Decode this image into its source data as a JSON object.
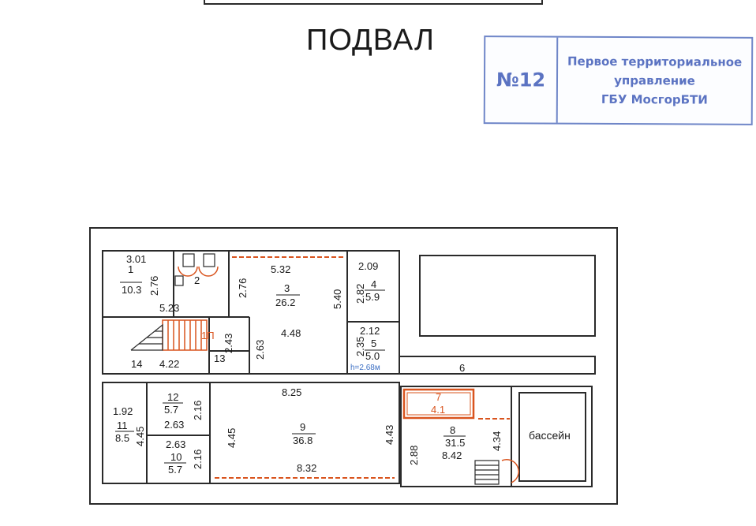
{
  "title": "ПОДВАЛ",
  "stamp": {
    "number": "№12",
    "lines": [
      "Первое территориальное",
      "управление",
      "ГБУ МосгорБТИ"
    ],
    "color": "#5b73c2"
  },
  "rooms": [
    {
      "id": "1",
      "area": "10.3"
    },
    {
      "id": "2",
      "area": ""
    },
    {
      "id": "3",
      "area": "26.2"
    },
    {
      "id": "4",
      "area": "5.9"
    },
    {
      "id": "5",
      "area": "5.0"
    },
    {
      "id": "6",
      "area": ""
    },
    {
      "id": "7",
      "area": "4.1"
    },
    {
      "id": "8",
      "area": "31.5"
    },
    {
      "id": "9",
      "area": "36.8"
    },
    {
      "id": "10",
      "area": "5.7"
    },
    {
      "id": "11",
      "area": "8.5"
    },
    {
      "id": "12",
      "area": "5.7"
    },
    {
      "id": "13",
      "area": ""
    },
    {
      "id": "14",
      "area": ""
    }
  ],
  "stair_label": "1П",
  "pool_label": "бассейн",
  "height_note": "h=2.68м",
  "dimensions": {
    "d301": "3.01",
    "d276a": "2.76",
    "d523": "5.23",
    "d276b": "2.76",
    "d532": "5.32",
    "d540": "5.40",
    "d448": "4.48",
    "d209": "2.09",
    "d282": "2.82",
    "d212": "2.12",
    "d235": "2.35",
    "d243": "2.43",
    "d263a": "2.63",
    "d422": "4.22",
    "d825": "8.25",
    "d445a": "4.45",
    "d443": "4.43",
    "d832": "8.32",
    "d192": "1.92",
    "d445b": "4.45",
    "d216a": "2.16",
    "d263b": "2.63",
    "d263c": "2.63",
    "d216b": "2.16",
    "d288": "2.88",
    "d842": "8.42",
    "d434": "4.34"
  },
  "colors": {
    "wall": "#2a2a2a",
    "highlight": "#d9541e",
    "stamp": "#5b73c2"
  }
}
